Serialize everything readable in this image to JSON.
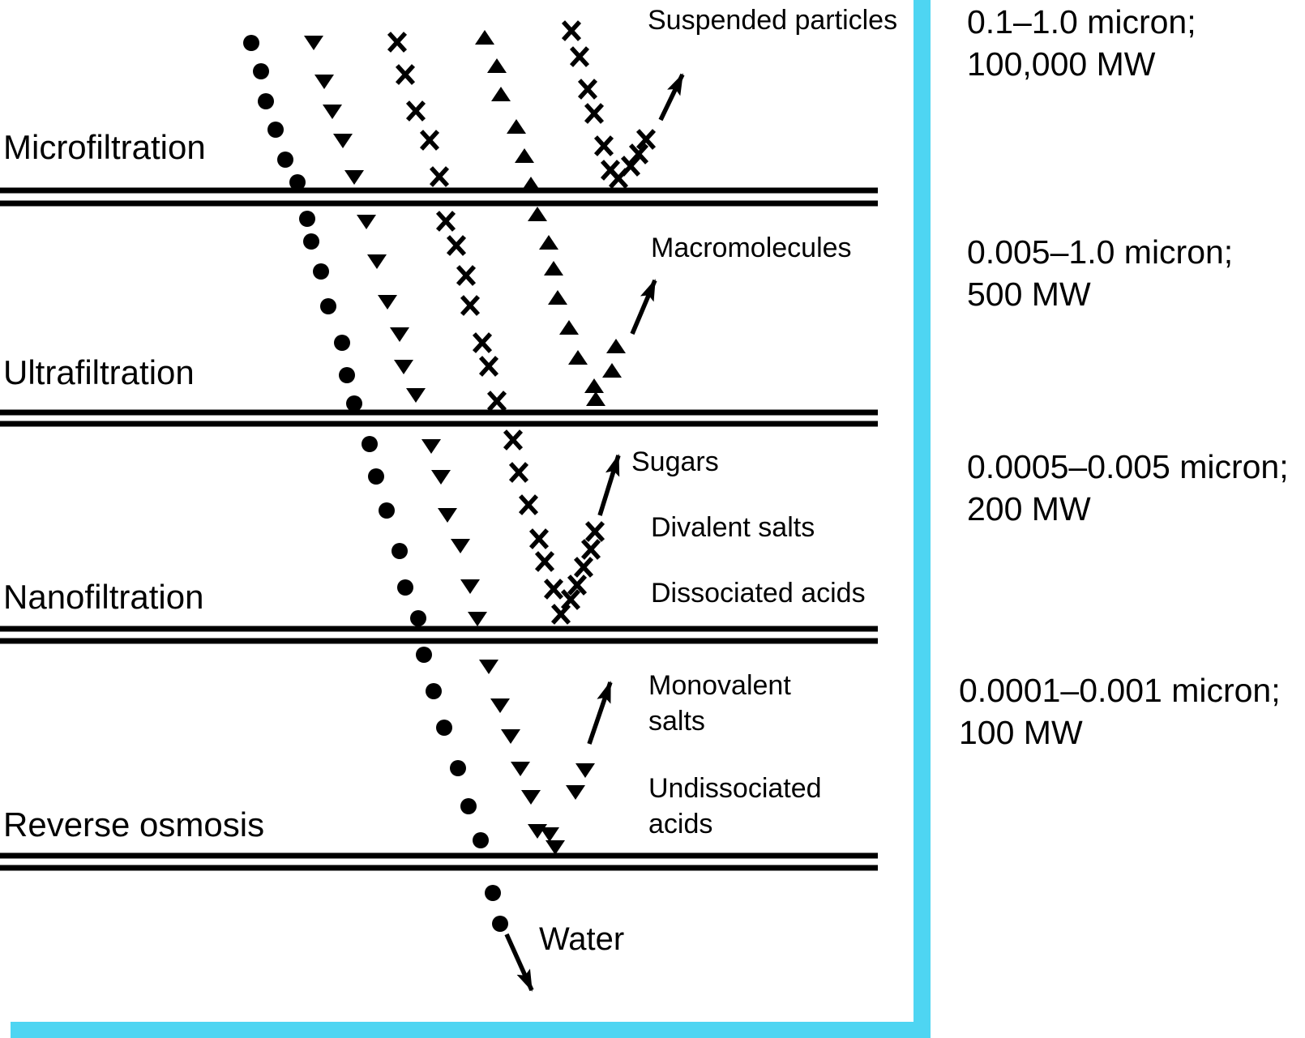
{
  "colors": {
    "accent": "#4ed5f2",
    "ink": "#000000",
    "background": "#ffffff"
  },
  "labels": {
    "micro": "Microfiltration",
    "ultra": "Ultrafiltration",
    "nano": "Nanofiltration",
    "ro": "Reverse osmosis",
    "suspended": "Suspended particles",
    "macro": "Macromolecules",
    "sugars": "Sugars",
    "divalent": "Divalent salts",
    "dissociated": "Dissociated acids",
    "monovalent": "Monovalent salts",
    "undissociated": "Undissociated acids",
    "water": "Water"
  },
  "specs": [
    {
      "range": "0.1–1.0 micron;",
      "mw": "100,000 MW"
    },
    {
      "range": "0.005–1.0 micron;",
      "mw": "500 MW"
    },
    {
      "range": "0.0005–0.005 micron;",
      "mw": "200 MW"
    },
    {
      "range": "0.0001–0.001 micron;",
      "mw": "100 MW"
    }
  ],
  "levels": [
    {
      "process": "Microfiltration",
      "rejects": [
        "Suspended particles"
      ],
      "size_range": "0.1–1.0 micron;",
      "mw_cutoff": "100,000 MW"
    },
    {
      "process": "Ultrafiltration",
      "rejects": [
        "Macromolecules"
      ],
      "size_range": "0.005–1.0 micron;",
      "mw_cutoff": "500 MW"
    },
    {
      "process": "Nanofiltration",
      "rejects": [
        "Sugars",
        "Divalent salts",
        "Dissociated acids"
      ],
      "size_range": "0.0005–0.005 micron;",
      "mw_cutoff": "200 MW"
    },
    {
      "process": "Reverse osmosis",
      "rejects": [
        "Monovalent salts",
        "Undissociated acids"
      ],
      "size_range": "0.0001–0.001 micron;",
      "mw_cutoff": "100 MW"
    }
  ],
  "permeate": "Water",
  "diagram": {
    "membrane_x_start": 0,
    "membrane_x_end": 1083,
    "membrane_stroke": 7,
    "membranes": [
      {
        "name": "microfiltration-membrane",
        "lines_y": [
          235,
          251
        ]
      },
      {
        "name": "ultrafiltration-membrane",
        "lines_y": [
          509,
          523
        ]
      },
      {
        "name": "nanofiltration-membrane",
        "lines_y": [
          776,
          791
        ]
      },
      {
        "name": "reverse-osmosis-membrane",
        "lines_y": [
          1056,
          1071
        ]
      }
    ],
    "trajectories": [
      {
        "name": "water-path",
        "marker": "circle",
        "points": [
          [
            310,
            53
          ],
          [
            322,
            88
          ],
          [
            328,
            125
          ],
          [
            340,
            160
          ],
          [
            352,
            197
          ],
          [
            367,
            225
          ],
          [
            379,
            270
          ],
          [
            384,
            298
          ],
          [
            396,
            335
          ],
          [
            405,
            378
          ],
          [
            422,
            423
          ],
          [
            428,
            463
          ],
          [
            437,
            498
          ],
          [
            456,
            548
          ],
          [
            464,
            588
          ],
          [
            477,
            630
          ],
          [
            493,
            680
          ],
          [
            500,
            725
          ],
          [
            516,
            763
          ],
          [
            523,
            808
          ],
          [
            535,
            853
          ],
          [
            548,
            898
          ],
          [
            565,
            948
          ],
          [
            578,
            995
          ],
          [
            593,
            1037
          ],
          [
            608,
            1102
          ],
          [
            617,
            1140
          ]
        ],
        "arrow": [
          [
            625,
            1153
          ],
          [
            656,
            1222
          ]
        ]
      },
      {
        "name": "monovalent-path",
        "marker": "triangle-down",
        "points": [
          [
            387,
            52
          ],
          [
            400,
            100
          ],
          [
            410,
            137
          ],
          [
            423,
            173
          ],
          [
            437,
            218
          ],
          [
            452,
            273
          ],
          [
            465,
            322
          ],
          [
            478,
            372
          ],
          [
            493,
            412
          ],
          [
            498,
            452
          ],
          [
            513,
            487
          ],
          [
            532,
            550
          ],
          [
            544,
            588
          ],
          [
            552,
            635
          ],
          [
            568,
            673
          ],
          [
            580,
            723
          ],
          [
            589,
            763
          ],
          [
            603,
            822
          ],
          [
            617,
            870
          ],
          [
            630,
            908
          ],
          [
            642,
            948
          ],
          [
            655,
            983
          ],
          [
            663,
            1025
          ],
          [
            678,
            1029
          ],
          [
            685,
            1045
          ],
          [
            710,
            977
          ],
          [
            722,
            950
          ]
        ],
        "arrow": [
          [
            727,
            918
          ],
          [
            753,
            842
          ]
        ]
      },
      {
        "name": "sugars-path",
        "marker": "x",
        "points": [
          [
            490,
            52
          ],
          [
            500,
            92
          ],
          [
            513,
            137
          ],
          [
            530,
            173
          ],
          [
            542,
            218
          ],
          [
            550,
            273
          ],
          [
            563,
            303
          ],
          [
            575,
            340
          ],
          [
            580,
            377
          ],
          [
            595,
            423
          ],
          [
            603,
            452
          ],
          [
            613,
            495
          ],
          [
            633,
            543
          ],
          [
            640,
            583
          ],
          [
            652,
            623
          ],
          [
            665,
            665
          ],
          [
            672,
            693
          ],
          [
            683,
            727
          ],
          [
            692,
            758
          ],
          [
            704,
            740
          ],
          [
            712,
            722
          ],
          [
            720,
            700
          ],
          [
            729,
            678
          ],
          [
            734,
            656
          ]
        ],
        "arrow": [
          [
            740,
            636
          ],
          [
            763,
            562
          ]
        ]
      },
      {
        "name": "macromolecules-path",
        "marker": "triangle-up",
        "points": [
          [
            598,
            47
          ],
          [
            613,
            82
          ],
          [
            618,
            117
          ],
          [
            637,
            157
          ],
          [
            647,
            193
          ],
          [
            655,
            228
          ],
          [
            663,
            265
          ],
          [
            677,
            300
          ],
          [
            683,
            332
          ],
          [
            688,
            368
          ],
          [
            702,
            405
          ],
          [
            713,
            442
          ],
          [
            733,
            477
          ],
          [
            735,
            493
          ],
          [
            755,
            458
          ],
          [
            760,
            428
          ]
        ],
        "arrow": [
          [
            780,
            412
          ],
          [
            808,
            346
          ]
        ]
      },
      {
        "name": "suspended-path",
        "marker": "x",
        "points": [
          [
            705,
            38
          ],
          [
            715,
            70
          ],
          [
            725,
            110
          ],
          [
            733,
            140
          ],
          [
            745,
            180
          ],
          [
            753,
            210
          ],
          [
            763,
            220
          ],
          [
            778,
            205
          ],
          [
            788,
            190
          ],
          [
            797,
            172
          ]
        ],
        "arrow": [
          [
            815,
            148
          ],
          [
            842,
            92
          ]
        ]
      }
    ]
  }
}
